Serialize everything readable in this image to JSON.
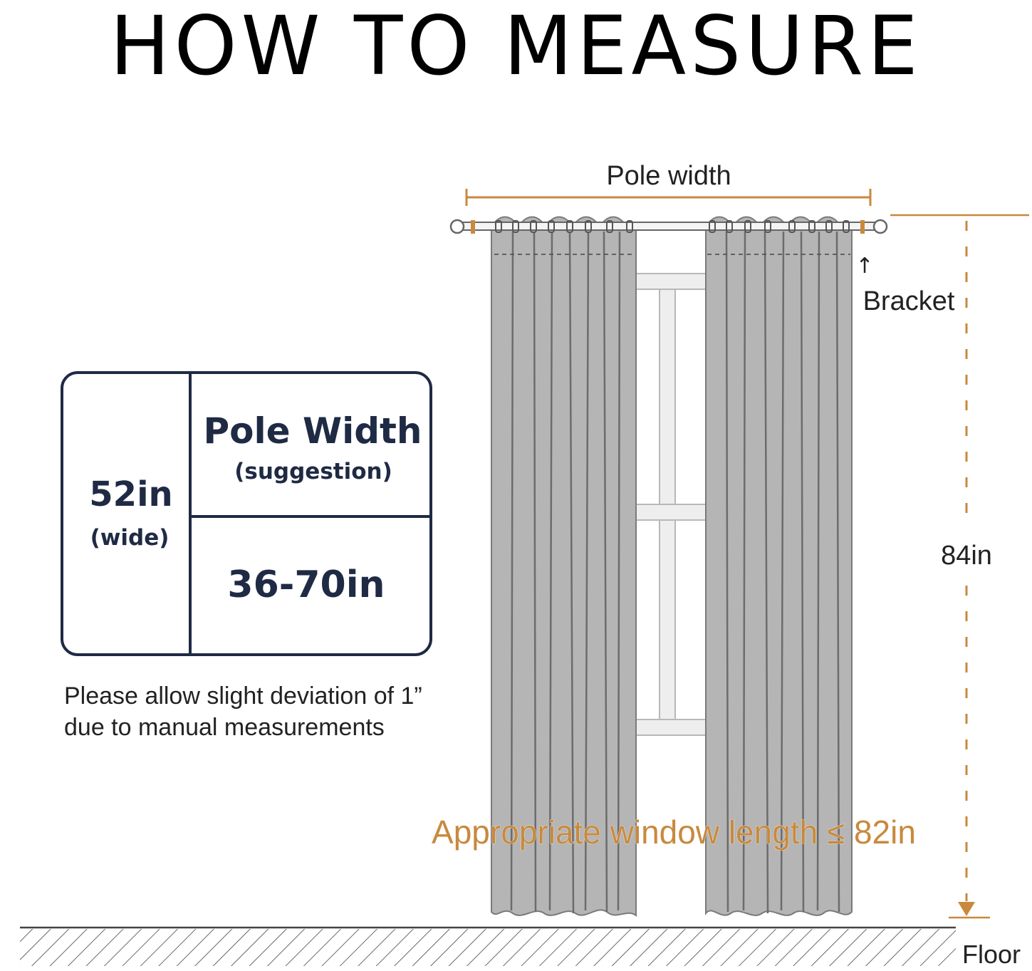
{
  "title": "HOW TO MEASURE",
  "diagram": {
    "pole_width_label": "Pole width",
    "bracket_label": "Bracket",
    "bracket_arrow": "↑",
    "height_label": "84in",
    "window_length_label": "Appropriate window length ≤ 82in",
    "floor_label": "Floor"
  },
  "size_table": {
    "width_value": "52in",
    "width_note": "(wide)",
    "pole_header": "Pole Width",
    "pole_header_note": "(suggestion)",
    "pole_range": "36-70in"
  },
  "note": {
    "line1": "Please allow slight deviation of 1”",
    "line2": "due to manual measurements"
  },
  "colors": {
    "curtain": "#b5b5b5",
    "curtain_fold": "#6c6c6c",
    "measure_accent": "#c8893e",
    "table_text": "#1f2a44"
  }
}
